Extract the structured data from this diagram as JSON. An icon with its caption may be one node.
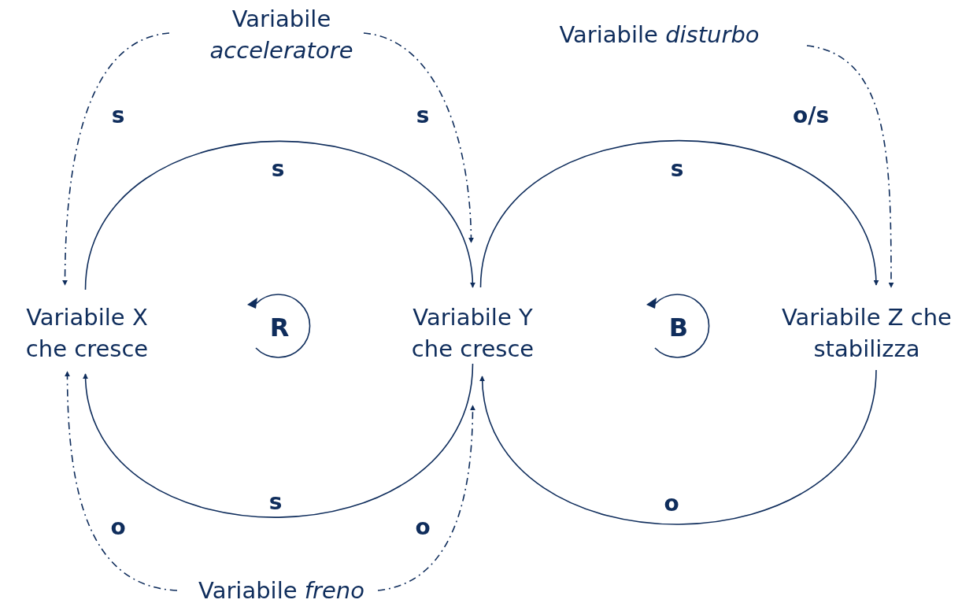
{
  "diagram": {
    "nodes": [
      {
        "text": [
          "Variabile X che cresce"
        ]
      },
      {
        "text": [
          "Variabile Y che cresce"
        ]
      },
      {
        "text": [
          "Variabile Z che stabilizza"
        ]
      },
      {
        "text": [
          "Variabile *acceleratore*"
        ]
      },
      {
        "text": [
          "Variabile *disturbo*"
        ]
      },
      {
        "text": [
          "Variabile *freno*"
        ]
      }
    ],
    "edges": [
      {
        "from": 0,
        "to": 1,
        "arrow": "to",
        "label": "s"
      },
      {
        "from": 1,
        "to": 0,
        "arrow": "to",
        "label": "s"
      },
      {
        "from": 1,
        "to": 2,
        "arrow": "to",
        "label": "s"
      },
      {
        "from": 2,
        "to": 1,
        "arrow": "to",
        "label": "o"
      },
      {
        "from": 3,
        "to": 0,
        "arrow": "to",
        "label": "s",
        "style": "dashed"
      },
      {
        "from": 3,
        "to": 1,
        "arrow": "to",
        "label": "s",
        "style": "dashed"
      },
      {
        "from": 4,
        "to": 2,
        "arrow": "to",
        "label": "o/s",
        "style": "dashed"
      },
      {
        "from": 5,
        "to": 0,
        "arrow": "to",
        "label": "o",
        "style": "dashed"
      },
      {
        "from": 5,
        "to": 1,
        "arrow": "to",
        "label": "o",
        "style": "dashed"
      }
    ],
    "labels": [
      "R",
      "B"
    ]
  }
}
